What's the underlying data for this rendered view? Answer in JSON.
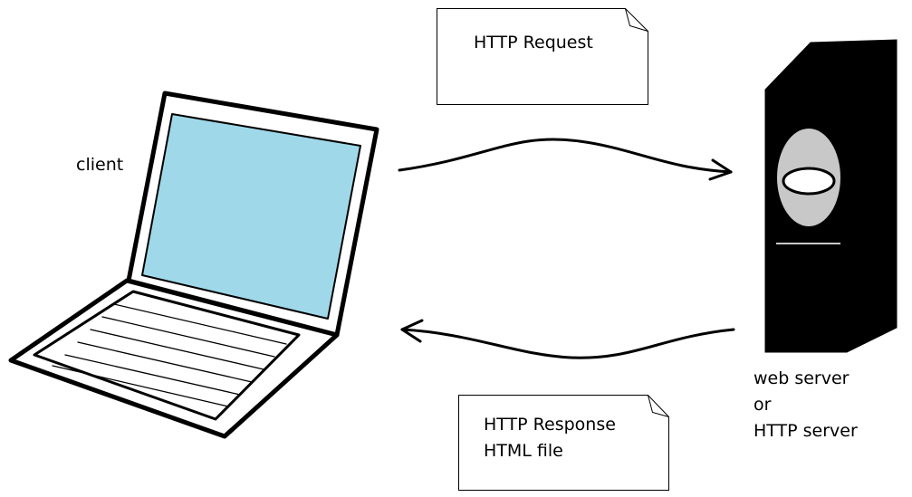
{
  "client": {
    "label": "client",
    "screen_color": "#9fd9e9"
  },
  "request": {
    "note_text": "HTTP Request"
  },
  "response": {
    "note_line1": "HTTP Response",
    "note_line2": "HTML file"
  },
  "server": {
    "label_line1": "web server",
    "label_line2": "or",
    "label_line3": "HTTP server",
    "body_color": "#000000",
    "panel_color": "#c8c8c8"
  },
  "icons": {
    "client": "laptop-icon",
    "server": "server-tower-icon",
    "request_note": "document-note-icon",
    "response_note": "document-note-icon",
    "request_arrow": "arrow-right-icon",
    "response_arrow": "arrow-left-icon"
  }
}
